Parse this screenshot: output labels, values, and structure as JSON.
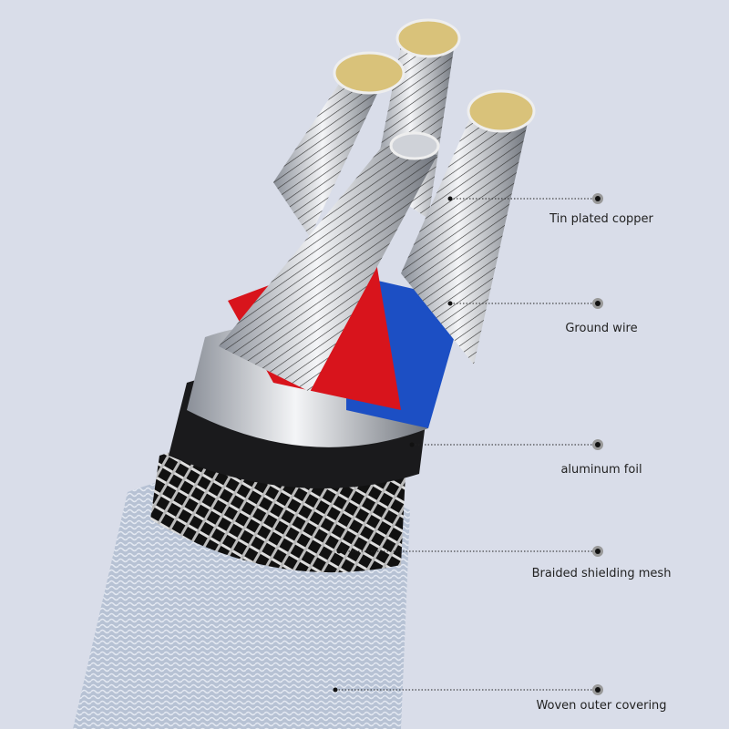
{
  "labels": {
    "tin_plated_copper": "Tin plated copper",
    "ground_wire": "Ground wire",
    "aluminum_foil": "aluminum foil",
    "braided_shielding_mesh": "Braided shielding mesh",
    "woven_outer_covering": "Woven outer covering"
  },
  "colors": {
    "background": "#d9dde9",
    "red_insulation": "#d8141c",
    "blue_insulation": "#1c4fc4",
    "copper_core": "#d9c27a",
    "outer_covering": "#b9c4d6"
  }
}
